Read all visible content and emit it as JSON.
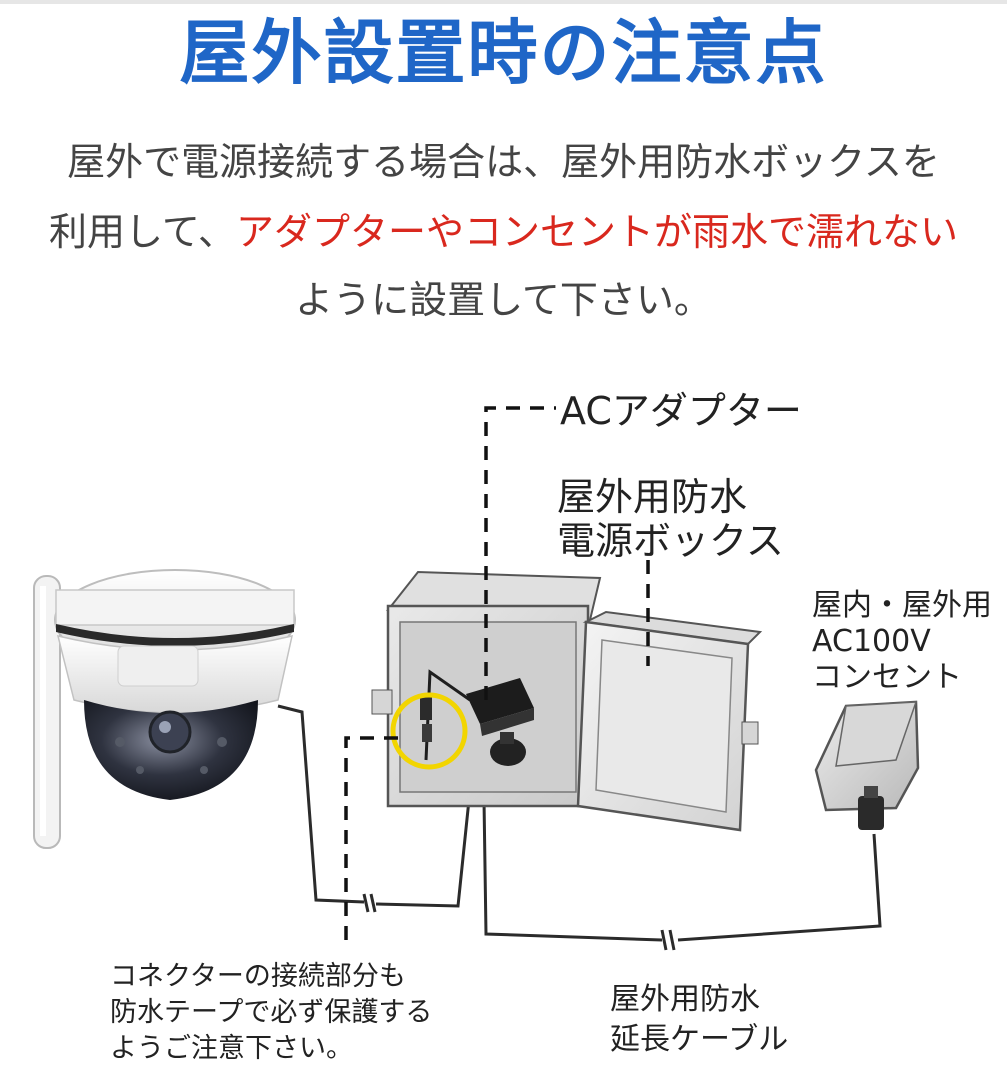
{
  "header": {
    "title": "屋外設置時の注意点"
  },
  "intro": {
    "line1": "屋外で電源接続する場合は、屋外用防水ボックスを",
    "line2_prefix": "利用して、",
    "line2_red": "アダプターやコンセントが雨水で濡れない",
    "line3_red": "ように設置して下さい。"
  },
  "labels": {
    "ac_adapter": "ACアダプター",
    "box_line1": "屋外用防水",
    "box_line2": "電源ボックス",
    "outlet_line1": "屋内・屋外用",
    "outlet_line2": "AC100V",
    "outlet_line3": "コンセント",
    "connector_line1": "コネクターの接続部分も",
    "connector_line2": "防水テープで必ず保護する",
    "connector_line3": "ようご注意下さい。",
    "cable_line1": "屋外用防水",
    "cable_line2": "延長ケーブル"
  },
  "colors": {
    "title_blue": "#1f66c7",
    "warning_red": "#d9281e",
    "highlight_yellow": "#f2d500"
  }
}
